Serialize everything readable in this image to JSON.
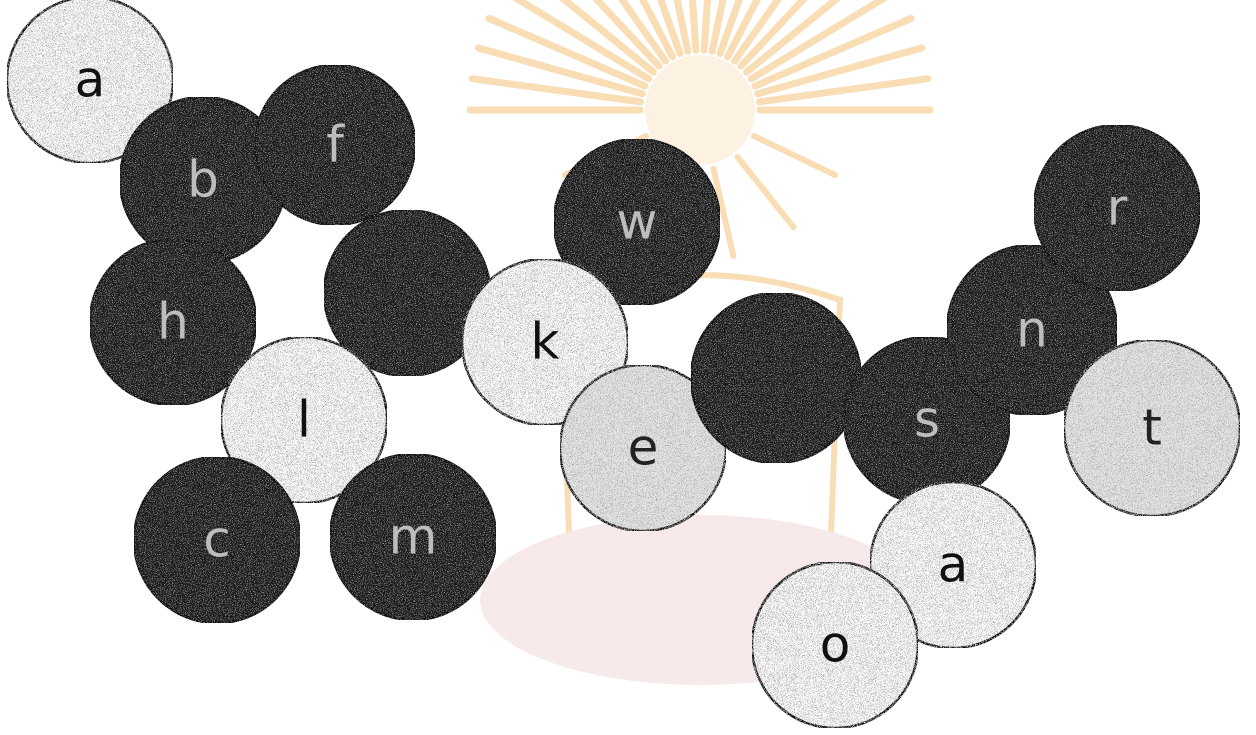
{
  "diagram": {
    "colors": {
      "background": "#ffffff",
      "dark_fill": "#1a1a1a",
      "light_fill": "#ffffff",
      "speckled_fill": "#e6e6e6",
      "watermark": "#f3c27a",
      "watermark_light": "#fde9c9",
      "watermark_pink": "#f1d8d8"
    },
    "balls": [
      {
        "id": "a_top",
        "label": "a",
        "shade": "light"
      },
      {
        "id": "b",
        "label": "b",
        "shade": "dark"
      },
      {
        "id": "f",
        "label": "f",
        "shade": "dark"
      },
      {
        "id": "h",
        "label": "h",
        "shade": "dark"
      },
      {
        "id": "dark_center",
        "label": "",
        "shade": "dark"
      },
      {
        "id": "l",
        "label": "l",
        "shade": "light"
      },
      {
        "id": "c",
        "label": "c",
        "shade": "dark"
      },
      {
        "id": "m",
        "label": "m",
        "shade": "dark"
      },
      {
        "id": "w",
        "label": "w",
        "shade": "dark"
      },
      {
        "id": "k",
        "label": "k",
        "shade": "light"
      },
      {
        "id": "e",
        "label": "e",
        "shade": "speckled"
      },
      {
        "id": "dark_mid",
        "label": "",
        "shade": "dark"
      },
      {
        "id": "s",
        "label": "s",
        "shade": "dark"
      },
      {
        "id": "n",
        "label": "n",
        "shade": "dark"
      },
      {
        "id": "r",
        "label": "r",
        "shade": "dark"
      },
      {
        "id": "t",
        "label": "t",
        "shade": "speckled"
      },
      {
        "id": "a_bottom",
        "label": "a",
        "shade": "light"
      },
      {
        "id": "o",
        "label": "o",
        "shade": "light"
      }
    ]
  }
}
